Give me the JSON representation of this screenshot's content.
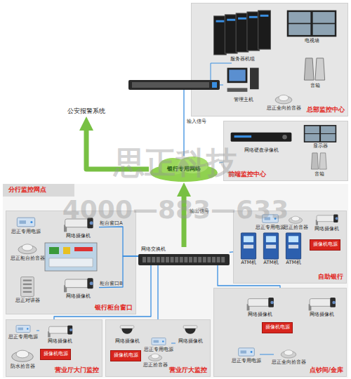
{
  "diagram": {
    "nodes": [
      {
        "text": [
          "总部监控中心"
        ]
      },
      {
        "text": [
          "服务器机组"
        ],
        "in": 0
      },
      {
        "text": [
          "电视墙"
        ],
        "in": 0
      },
      {
        "text": [
          "管理主机"
        ],
        "in": 0
      },
      {
        "text": [
          "音箱"
        ],
        "in": 0
      },
      {
        "text": [
          "思正全向拾音器"
        ],
        "in": 0
      },
      {
        "text": [
          "前端监控中心"
        ]
      },
      {
        "text": [
          "网络硬盘录像机"
        ],
        "in": 6
      },
      {
        "text": [
          "显示器"
        ],
        "in": 6
      },
      {
        "text": [
          "音箱"
        ],
        "in": 6
      },
      {
        "text": [
          "银行专用网络"
        ]
      },
      {
        "text": [
          "公安报警系统"
        ]
      },
      {
        "text": [
          "分行监控网点"
        ]
      },
      {
        "text": [
          "网络交换机"
        ],
        "in": 12
      },
      {
        "text": [
          "银行柜台窗口"
        ],
        "in": 12
      },
      {
        "text": [
          "思正专用电源"
        ],
        "in": 14
      },
      {
        "text": [
          "网络摄像机"
        ],
        "in": 14
      },
      {
        "text": [
          "思正柜台拾音器"
        ],
        "in": 14
      },
      {
        "text": [
          "网络摄像机"
        ],
        "in": 14
      },
      {
        "text": [
          "思正对讲器"
        ],
        "in": 14
      },
      {
        "text": [
          "自助银行"
        ],
        "in": 12
      },
      {
        "text": [
          "ATM机"
        ],
        "in": 20
      },
      {
        "text": [
          "ATM机"
        ],
        "in": 20
      },
      {
        "text": [
          "ATM机"
        ],
        "in": 20
      },
      {
        "text": [
          "思正专用电源"
        ],
        "in": 20
      },
      {
        "text": [
          "思正拾音器"
        ],
        "in": 20
      },
      {
        "text": [
          "网络摄像机"
        ],
        "in": 20
      },
      {
        "text": [
          "摄像机电源"
        ],
        "in": 20
      },
      {
        "text": [
          "营业厅大门监控"
        ],
        "in": 12
      },
      {
        "text": [
          "思正专用电源"
        ],
        "in": 28
      },
      {
        "text": [
          "网络摄像机"
        ],
        "in": 28
      },
      {
        "text": [
          "摄像机电源"
        ],
        "in": 28
      },
      {
        "text": [
          "防水拾音器"
        ],
        "in": 28
      },
      {
        "text": [
          "营业厅大监控"
        ],
        "in": 12
      },
      {
        "text": [
          "网络摄像机"
        ],
        "in": 33
      },
      {
        "text": [
          "网络摄像机"
        ],
        "in": 33
      },
      {
        "text": [
          "思正专用电源"
        ],
        "in": 33
      },
      {
        "text": [
          "摄像机电源"
        ],
        "in": 33
      },
      {
        "text": [
          "思正拾音器"
        ],
        "in": 33
      },
      {
        "text": [
          "点钞间/金库"
        ],
        "in": 12
      },
      {
        "text": [
          "网络摄像机"
        ],
        "in": 39
      },
      {
        "text": [
          "网络摄像机"
        ],
        "in": 39
      },
      {
        "text": [
          "摄像机电源"
        ],
        "in": 39
      },
      {
        "text": [
          "思正专用电源"
        ],
        "in": 39
      },
      {
        "text": [
          "思正全向拾音器"
        ],
        "in": 39
      }
    ],
    "edges": [
      {
        "from": 10,
        "to": 0,
        "label": "输入信号",
        "arrow": "to"
      },
      {
        "from": 10,
        "to": 11,
        "arrow": "to"
      },
      {
        "from": 10,
        "to": 6,
        "arrow": "none"
      },
      {
        "from": 13,
        "to": 10,
        "label": "输出信号",
        "arrow": "to"
      },
      {
        "from": 13,
        "to": 16,
        "label": "柜台窗口A",
        "arrow": "none"
      },
      {
        "from": 13,
        "to": 18,
        "label": "柜台窗口B",
        "arrow": "none"
      },
      {
        "from": 13,
        "to": 20,
        "arrow": "none"
      },
      {
        "from": 13,
        "to": 28,
        "arrow": "none"
      },
      {
        "from": 13,
        "to": 33,
        "arrow": "none"
      },
      {
        "from": 13,
        "to": 39,
        "arrow": "none"
      }
    ],
    "labels": [
      "思正科技",
      "4000—883—633"
    ]
  }
}
